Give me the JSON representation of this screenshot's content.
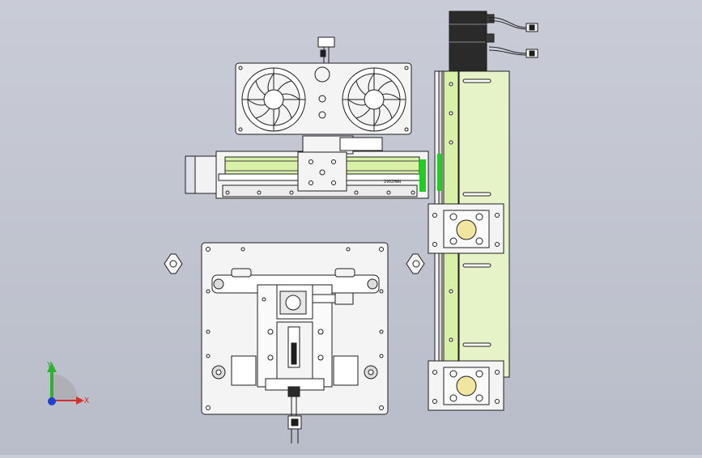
{
  "viewport": {
    "background_top": "#c9ccd6",
    "background_bottom": "#b9bdc9"
  },
  "axis_triad": {
    "x_label": "X",
    "y_label": "Y",
    "x_color": "#d03030",
    "y_color": "#30b030",
    "z_color": "#2040d0"
  },
  "gantry": {
    "rail_color": "#e6f2c8",
    "slide_color": "#d8f0a8",
    "part_label": "2902HWN"
  },
  "colors": {
    "metal": "#f4f4f4",
    "outline": "#1e1e1e",
    "motor": "#2a2a2a",
    "accent_green": "#22cc22",
    "bearing": "#f0e6a0"
  }
}
